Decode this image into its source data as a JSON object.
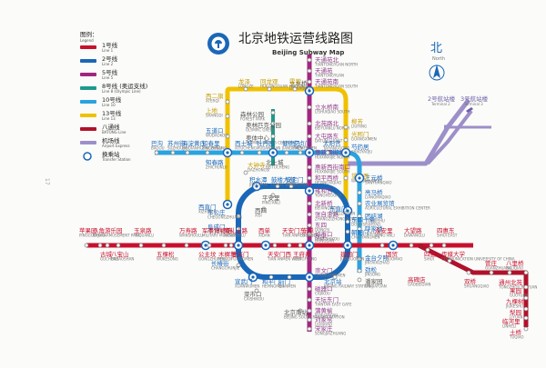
{
  "title": "北京地铁运营线路图",
  "subtitle": "Beijing Subway Map",
  "north": {
    "label": "北",
    "sub": "North"
  },
  "page_number": "17",
  "legend": {
    "title": "图例：",
    "title_en": "Legend",
    "items": [
      {
        "name": "1号线",
        "en": "Line 1",
        "color": "#c8102e"
      },
      {
        "name": "2号线",
        "en": "Line 2",
        "color": "#1a67b8"
      },
      {
        "name": "5号线",
        "en": "Line 5",
        "color": "#a2267f"
      },
      {
        "name": "8号线 (奥运支线)",
        "en": "Line 8 (Olympic Line)",
        "color": "#1f9a8a"
      },
      {
        "name": "10号线",
        "en": "Line 10",
        "color": "#2aa3e0"
      },
      {
        "name": "13号线",
        "en": "Line 13",
        "color": "#f0c100"
      },
      {
        "name": "八通线",
        "en": "BATONG Line",
        "color": "#b0112b"
      },
      {
        "name": "机场线",
        "en": "Airport Express",
        "color": "#9d8fc9"
      },
      {
        "name": "换乘站",
        "en": "Transfer Station",
        "color": "#ffffff"
      }
    ]
  },
  "airport_labels": [
    {
      "zh": "2号航站楼",
      "en": "Terminal 2"
    },
    {
      "zh": "3号航站楼",
      "en": "Terminal 3"
    }
  ],
  "stations": {
    "line5_north": [
      {
        "zh": "天通苑北",
        "en": "TIANTONGYUAN NORTH"
      },
      {
        "zh": "天通苑",
        "en": "TIANTONGYUAN"
      },
      {
        "zh": "天通苑南",
        "en": "TIANTONGYUAN SOUTH"
      },
      {
        "zh": "立水桥",
        "en": "LISHUIQIAO"
      },
      {
        "zh": "立水桥南",
        "en": "LISHUIQIAO SOUTH"
      },
      {
        "zh": "北苑路北",
        "en": "BEIYUANLU NORTH"
      },
      {
        "zh": "大屯路东",
        "en": "DATUNLU EAST"
      },
      {
        "zh": "惠新西街北口",
        "en": "HUIXINXIJIE NORTH"
      },
      {
        "zh": "惠新西街南口",
        "en": "HUIXINXIJIE SOUTH"
      },
      {
        "zh": "和平西桥",
        "en": "HEPINGXIQIAO"
      },
      {
        "zh": "和平里北街",
        "en": "HEPINGLI BEIJIE"
      },
      {
        "zh": "雍和宫",
        "en": "YONGHEGONG"
      }
    ],
    "line5_south": [
      {
        "zh": "北新桥",
        "en": "BEIXINQIAO"
      },
      {
        "zh": "张自忠路",
        "en": "ZHANGZIZHONG ROAD"
      },
      {
        "zh": "东四",
        "en": "DONGSI"
      },
      {
        "zh": "灯市口",
        "en": "DENGSHIKOU"
      },
      {
        "zh": "东单",
        "en": "DONGDAN"
      },
      {
        "zh": "崇文门",
        "en": "CHONGWENMEN"
      },
      {
        "zh": "磁器口",
        "en": "CIQIKOU"
      },
      {
        "zh": "天坛东门",
        "en": "TIANTAN EAST GATE"
      },
      {
        "zh": "蒲黄榆",
        "en": "PUHUANGYU"
      },
      {
        "zh": "刘家窑",
        "en": "LIUJIAYAO"
      },
      {
        "zh": "宋家庄",
        "en": "SONGJIAZHUANG"
      }
    ],
    "line13": [
      {
        "zh": "西二旗",
        "en": "XI'ERQI"
      },
      {
        "zh": "上地",
        "en": "SHANGDI"
      },
      {
        "zh": "龙泽",
        "en": "LONGZE"
      },
      {
        "zh": "回龙观",
        "en": "HUILONGGUAN"
      },
      {
        "zh": "霍营",
        "en": "HUOYING"
      },
      {
        "zh": "五道口",
        "en": "WUDAOKOU"
      },
      {
        "zh": "知春路",
        "en": "ZHICHUNLU"
      },
      {
        "zh": "大钟寺",
        "en": "DAZHONGSI"
      },
      {
        "zh": "西直门",
        "en": "XIZHIMEN"
      },
      {
        "zh": "柳芳",
        "en": "LIUFANG"
      },
      {
        "zh": "光熙门",
        "en": "GUANGXIMEN"
      },
      {
        "zh": "芍药居",
        "en": "SHAOYAOJU"
      },
      {
        "zh": "望京西",
        "en": "WANGJING WEST"
      }
    ],
    "line8": [
      {
        "zh": "森林公园",
        "en": "FOREST PARK"
      },
      {
        "zh": "奥林匹克公园",
        "en": "OLYMPIC GREEN"
      },
      {
        "zh": "奥体中心",
        "en": "OLYMPIC SPORTS CENTER"
      },
      {
        "zh": "北土城",
        "en": "BEITUCHENG"
      }
    ],
    "line10": [
      {
        "zh": "巴沟",
        "en": "BAGOU"
      },
      {
        "zh": "苏州街",
        "en": "SUZHOUJIE"
      },
      {
        "zh": "海淀黄庄",
        "en": "HAIDIANHUANGZHUANG"
      },
      {
        "zh": "知春里",
        "en": "ZHICHUNLI"
      },
      {
        "zh": "西土城",
        "en": "XITUCHENG"
      },
      {
        "zh": "牡丹园",
        "en": "MUDANYUAN"
      },
      {
        "zh": "健德门",
        "en": "JIANDEMEN"
      },
      {
        "zh": "安贞门",
        "en": "ANZHENMEN"
      },
      {
        "zh": "太阳宫",
        "en": "TAIYANGGONG"
      },
      {
        "zh": "三元桥",
        "en": "SANYUANQIAO"
      },
      {
        "zh": "亮马桥",
        "en": "LIANGMAQIAO"
      },
      {
        "zh": "农业展览馆",
        "en": "AGRICULTURAL EXHIBITION CENTER"
      },
      {
        "zh": "团结湖",
        "en": "TUANJIEHU"
      },
      {
        "zh": "呼家楼",
        "en": "HUJIALOU"
      },
      {
        "zh": "金台夕照",
        "en": "JINTAIXIZHAO"
      },
      {
        "zh": "劲松",
        "en": "JINSONG"
      }
    ],
    "line2": [
      {
        "zh": "积水潭",
        "en": "JISHUITAN"
      },
      {
        "zh": "鼓楼大街",
        "en": "GULOU DAJIE"
      },
      {
        "zh": "安定门",
        "en": "ANDINGMEN"
      },
      {
        "zh": "车公庄",
        "en": "CHEGONGZHUANG"
      },
      {
        "zh": "阜成门",
        "en": "FUCHENGMEN"
      },
      {
        "zh": "东直门",
        "en": "DONGZHIMEN"
      },
      {
        "zh": "东四十条",
        "en": "DONGSISHITIAO"
      },
      {
        "zh": "朝阳门",
        "en": "CHAOYANGMEN"
      },
      {
        "zh": "北京站",
        "en": "BEIJING RAILWAY STATION"
      },
      {
        "zh": "前门",
        "en": "QIANMEN"
      },
      {
        "zh": "和平门",
        "en": "HEPINGMEN"
      },
      {
        "zh": "宣武门",
        "en": "XUANWUMEN"
      },
      {
        "zh": "长椿街",
        "en": "CHANGCHUNJIE"
      }
    ],
    "line1": [
      {
        "zh": "苹果园",
        "en": "PINGGUOYUAN"
      },
      {
        "zh": "古城",
        "en": "GUCHENG"
      },
      {
        "zh": "八角游乐园",
        "en": "BAJIAO AMUSEMENT PARK"
      },
      {
        "zh": "八宝山",
        "en": "BABAOSHAN"
      },
      {
        "zh": "玉泉路",
        "en": "YUQUANLU"
      },
      {
        "zh": "五棵松",
        "en": "WUKESONG"
      },
      {
        "zh": "万寿路",
        "en": "WANSHOULU"
      },
      {
        "zh": "公主坟",
        "en": "GONGZHUFEN"
      },
      {
        "zh": "军事博物馆",
        "en": "MILITARY MUSEUM"
      },
      {
        "zh": "木樨地",
        "en": "MUXIDI"
      },
      {
        "zh": "南礼士路",
        "en": "NANLISHILU"
      },
      {
        "zh": "复兴门",
        "en": "FUXINGMEN"
      },
      {
        "zh": "西单",
        "en": "XIDAN"
      },
      {
        "zh": "天安门西",
        "en": "TIAN'ANMEN WEST"
      },
      {
        "zh": "天安门东",
        "en": "TIAN'ANMEN EAST"
      },
      {
        "zh": "王府井",
        "en": "WANGFUJING"
      },
      {
        "zh": "东单",
        "en": "DONGDAN"
      },
      {
        "zh": "建国门",
        "en": "JIANGUOMEN"
      },
      {
        "zh": "永安里",
        "en": "YONG'ANLI"
      },
      {
        "zh": "国贸",
        "en": "GUOMAO"
      },
      {
        "zh": "大望路",
        "en": "DAWANGLU"
      },
      {
        "zh": "四惠",
        "en": "SIHUI"
      },
      {
        "zh": "四惠东",
        "en": "SIHUI EAST"
      }
    ],
    "batong": [
      {
        "zh": "高碑店",
        "en": "GAOBEIDIAN"
      },
      {
        "zh": "传媒大学",
        "en": "COMMUNICATION UNIVERSITY OF CHINA"
      },
      {
        "zh": "双桥",
        "en": "SHUANGQIAO"
      },
      {
        "zh": "管庄",
        "en": "GUANZHUANG"
      },
      {
        "zh": "八里桥",
        "en": "BALIQIAO"
      },
      {
        "zh": "通州北苑",
        "en": "TONGZHOU BEIYUAN"
      },
      {
        "zh": "果园",
        "en": "GUOYUAN"
      },
      {
        "zh": "九棵树",
        "en": "JIUKESHU"
      },
      {
        "zh": "梨园",
        "en": "LIYUAN"
      },
      {
        "zh": "临河里",
        "en": "LINHELI"
      },
      {
        "zh": "土桥",
        "en": "TUQIAO"
      }
    ],
    "misc": [
      {
        "zh": "北京南站",
        "en": "BEIJING SOUTH RAILWAY STATION"
      },
      {
        "zh": "菜市口",
        "en": "CAISHIKOU"
      },
      {
        "zh": "西四",
        "en": "XISI"
      },
      {
        "zh": "平安里",
        "en": "PING'ANLI"
      },
      {
        "zh": "东四十条",
        "en": "DONGSISHITIAO"
      },
      {
        "zh": "潘家园",
        "en": "PANJIAYUAN"
      }
    ]
  }
}
